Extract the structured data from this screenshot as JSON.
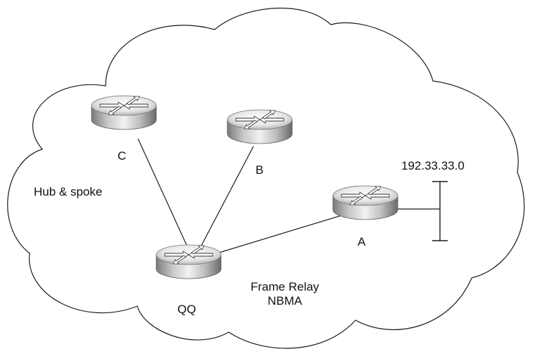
{
  "diagram": {
    "network_type_label": "Hub & spoke",
    "cloud_label_line1": "Frame Relay",
    "cloud_label_line2": "NBMA",
    "subnet_label": "192.33.33.0",
    "routers": {
      "c": {
        "label": "C",
        "icon": "router-icon"
      },
      "b": {
        "label": "B",
        "icon": "router-icon"
      },
      "a": {
        "label": "A",
        "icon": "router-icon"
      },
      "qq": {
        "label": "QQ",
        "icon": "router-icon"
      }
    },
    "links": [
      {
        "from": "QQ",
        "to": "C"
      },
      {
        "from": "QQ",
        "to": "B"
      },
      {
        "from": "QQ",
        "to": "A"
      },
      {
        "from": "A",
        "to": "192.33.33.0"
      }
    ],
    "colors": {
      "line": "#1a1a1a",
      "router_light": "#f4f4f4",
      "router_dark": "#6e6e6e"
    }
  }
}
